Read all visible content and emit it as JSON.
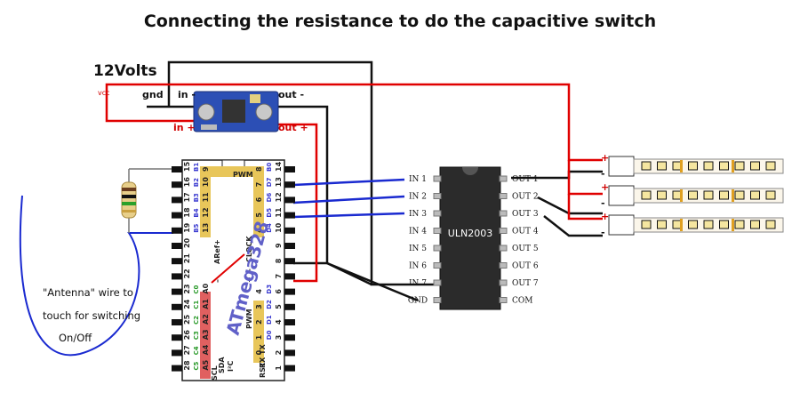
{
  "title": "Connecting the resistance to do the capacitive switch",
  "supply": {
    "voltage": "12Volts",
    "vcc": "vcc",
    "gnd": "gnd"
  },
  "converter": {
    "in_minus": "in -",
    "in_plus": "in +",
    "out_minus": "out -",
    "out_plus": "out +"
  },
  "uln": {
    "name": "ULN2003",
    "inputs": [
      "IN 1",
      "IN 2",
      "IN 3",
      "IN 4",
      "IN 5",
      "IN 6",
      "IN 7"
    ],
    "gnd": "GND",
    "outputs": [
      "OUT 1",
      "OUT 2",
      "OUT 3",
      "OUT 4",
      "OUT 5",
      "OUT 6",
      "OUT 7"
    ],
    "com": "COM"
  },
  "atmega": {
    "name": "ATmega328",
    "pwm_top": "PWM",
    "pwm_mid": "PWM",
    "aref": "ARef",
    "clock": "CLOCK",
    "rx_tx": "RX TX",
    "rst": "RST",
    "i2c": "I²C",
    "scl": "SCL",
    "sda": "SDA",
    "left_outer": [
      "15",
      "16",
      "17",
      "18",
      "19",
      "20",
      "21",
      "22",
      "23",
      "24",
      "25",
      "26",
      "27",
      "28"
    ],
    "left_inner": [
      "9",
      "10",
      "11",
      "12",
      "13",
      "",
      "",
      "",
      "A0",
      "A1",
      "A2",
      "A3",
      "A4",
      "A5"
    ],
    "port_b": [
      "B1",
      "B2",
      "B3",
      "B4",
      "B5"
    ],
    "port_c": [
      "C0",
      "C1",
      "C2",
      "C3",
      "C4",
      "C5"
    ],
    "right_outer": [
      "14",
      "13",
      "12",
      "11",
      "10",
      "9",
      "8",
      "7",
      "6",
      "5",
      "4",
      "3",
      "2",
      "1"
    ],
    "right_inner": [
      "8",
      "7",
      "6",
      "5",
      "4",
      "",
      "",
      "",
      "4",
      "3",
      "2",
      "1",
      "0",
      ""
    ],
    "port_bd": [
      "B0",
      "D7",
      "D6",
      "D5",
      "D4",
      "D3",
      "D2",
      "D1",
      "D0"
    ],
    "gnd_minus": "–",
    "plus": "+"
  },
  "antenna": {
    "line1": "\"Antenna\" wire to",
    "line2": "touch for switching",
    "line3": "On/Off"
  },
  "strip": {
    "plus": "+",
    "minus": "-"
  },
  "colors": {
    "red_wire": "#e00000",
    "black_wire": "#111111",
    "blue_wire": "#1a2ad0",
    "chip": "#2b2b2b",
    "pin_yellow": "#e8c65a",
    "pin_red": "#e06060"
  }
}
